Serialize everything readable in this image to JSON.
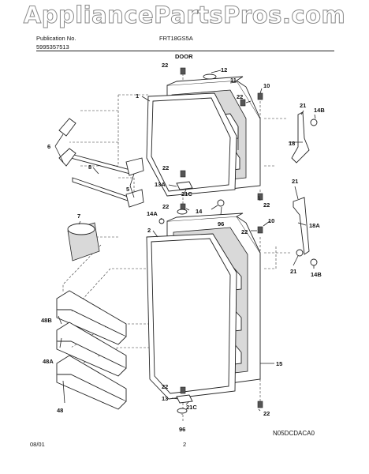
{
  "watermark": "AppliancePartsPros.com",
  "header": {
    "publication_label": "Publication No.",
    "publication_number": "5995357513",
    "model": "FRT18GS5A",
    "section": "DOOR"
  },
  "callouts": {
    "c22a": "22",
    "c12": "12",
    "c11": "11",
    "c10a": "10",
    "c22b": "22",
    "c21a": "21",
    "c14Ba": "14B",
    "c18": "18",
    "c1": "1",
    "c6": "6",
    "c8": "8",
    "c5": "5",
    "c22c": "22",
    "c13A": "13A",
    "c21C_a": "21C",
    "c22d": "22",
    "c21b": "21",
    "c22e": "22",
    "c14": "14",
    "c96a": "96",
    "c14A": "14A",
    "c7": "7",
    "c2": "2",
    "c22f": "22",
    "c10b": "10",
    "c18A": "18A",
    "c21c": "21",
    "c14Bb": "14B",
    "c48B": "48B",
    "c48A": "48A",
    "c48": "48",
    "c15": "15",
    "c22g": "22",
    "c13": "13",
    "c21C_b": "21C",
    "c22h": "22",
    "c96b": "96"
  },
  "footer": {
    "date": "08/01",
    "page": "2",
    "code": "N05DCDACA0"
  }
}
